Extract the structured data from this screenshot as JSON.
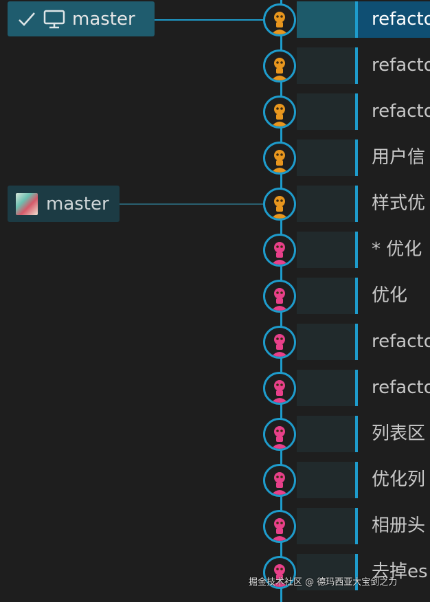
{
  "branches": {
    "local": {
      "label": "master",
      "icons": [
        "check-icon",
        "monitor-icon"
      ]
    },
    "remote": {
      "label": "master",
      "icons": [
        "remote-avatar"
      ]
    }
  },
  "commits": [
    {
      "message": "refacto",
      "author": "orange",
      "is_head": true
    },
    {
      "message": "refacto",
      "author": "orange",
      "is_head": false
    },
    {
      "message": "refacto",
      "author": "orange",
      "is_head": false
    },
    {
      "message": "用户信",
      "author": "orange",
      "is_head": false
    },
    {
      "message": "样式优",
      "author": "orange",
      "is_head": false
    },
    {
      "message": "* 优化",
      "author": "pink",
      "is_head": false
    },
    {
      "message": "优化",
      "author": "pink",
      "is_head": false
    },
    {
      "message": "refacto",
      "author": "pink",
      "is_head": false
    },
    {
      "message": "refacto",
      "author": "pink",
      "is_head": false
    },
    {
      "message": "列表区",
      "author": "pink",
      "is_head": false
    },
    {
      "message": "优化列",
      "author": "pink",
      "is_head": false
    },
    {
      "message": "相册头",
      "author": "pink",
      "is_head": false
    },
    {
      "message": "去掉es",
      "author": "pink",
      "is_head": false
    }
  ],
  "colors": {
    "lane": "#1e9ccc",
    "avatar_orange": "#e8961e",
    "avatar_pink": "#e8408a"
  },
  "watermark": "掘金技术社区 @ 德玛西亚大宝剑之力"
}
